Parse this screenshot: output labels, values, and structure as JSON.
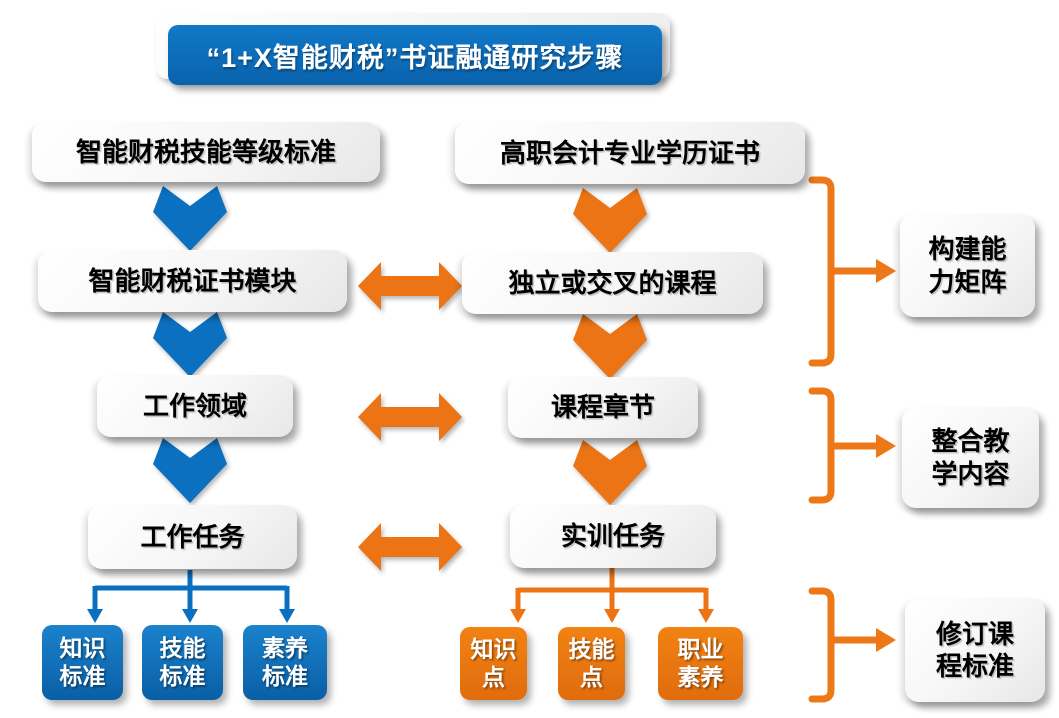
{
  "title": {
    "text": "“1+X智能财税”书证融通研究步骤"
  },
  "colors": {
    "blue": "#0b70c0",
    "orange": "#ec7414",
    "box_text": "#000000"
  },
  "left_column": {
    "boxes": [
      "智能财税技能等级标准",
      "智能财税证书模块",
      "工作领域",
      "工作任务"
    ],
    "leaves": [
      "知识\n标准",
      "技能\n标准",
      "素养\n标准"
    ]
  },
  "right_column": {
    "boxes": [
      "高职会计专业学历证书",
      "独立或交叉的课程",
      "课程章节",
      "实训任务"
    ],
    "leaves": [
      "知识\n点",
      "技能\n点",
      "职业\n素养"
    ]
  },
  "outcomes": [
    "构建能\n力矩阵",
    "整合教\n学内容",
    "修订课\n程标准"
  ]
}
